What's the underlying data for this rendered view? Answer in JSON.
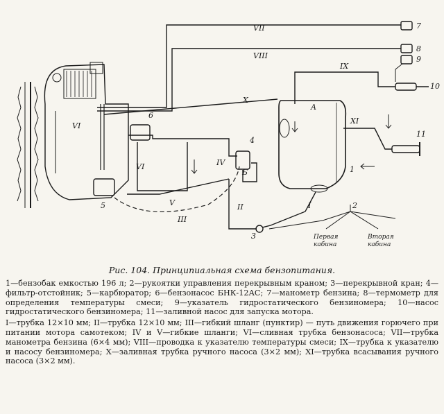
{
  "diagram": {
    "callouts": [
      "1",
      "2",
      "3",
      "4",
      "5",
      "6",
      "7",
      "8",
      "9",
      "10",
      "11"
    ],
    "pipes": [
      "I",
      "II",
      "III",
      "IV",
      "V",
      "VI",
      "VII",
      "VIII",
      "IX",
      "X",
      "XI"
    ],
    "engine_label": "VI",
    "tank_point": "A",
    "valve_label": "Б",
    "cabins": {
      "first_line1": "Первая",
      "first_line2": "кабина",
      "second_line1": "Вторая",
      "second_line2": "кабина"
    }
  },
  "caption": "Рис. 104. Принципиальная схема бензопитания.",
  "legend": {
    "parts": "1—бензобак емкостью 196 л; 2—рукоятки управления перекрывным краном; 3—перекрывной кран; 4—фильтр-отстойник; 5—карбюратор; 6—бензонасос БНК-12АС; 7—манометр бензина; 8—термометр для определения температуры смеси; 9—указатель гидростатического бензиномера; 10—насос гидростатического бензиномера; 11—заливной насос для запуска мотора.",
    "pipes": "I—трубка 12×10 мм; II—трубка 12×10 мм; III—гибкий шланг (пунктир) — путь движения горючего при питании мотора самотеком; IV и V—гибкие шланги; VI—сливная трубка бензонасоса; VII—трубка манометра бензина (6×4 мм); VIII—проводка к указателю температуры смеси; IX—трубка к указателю и насосу бензиномера; X—заливная трубка ручного насоса (3×2 мм); XI—трубка всасывания ручного насоса (3×2 мм)."
  }
}
